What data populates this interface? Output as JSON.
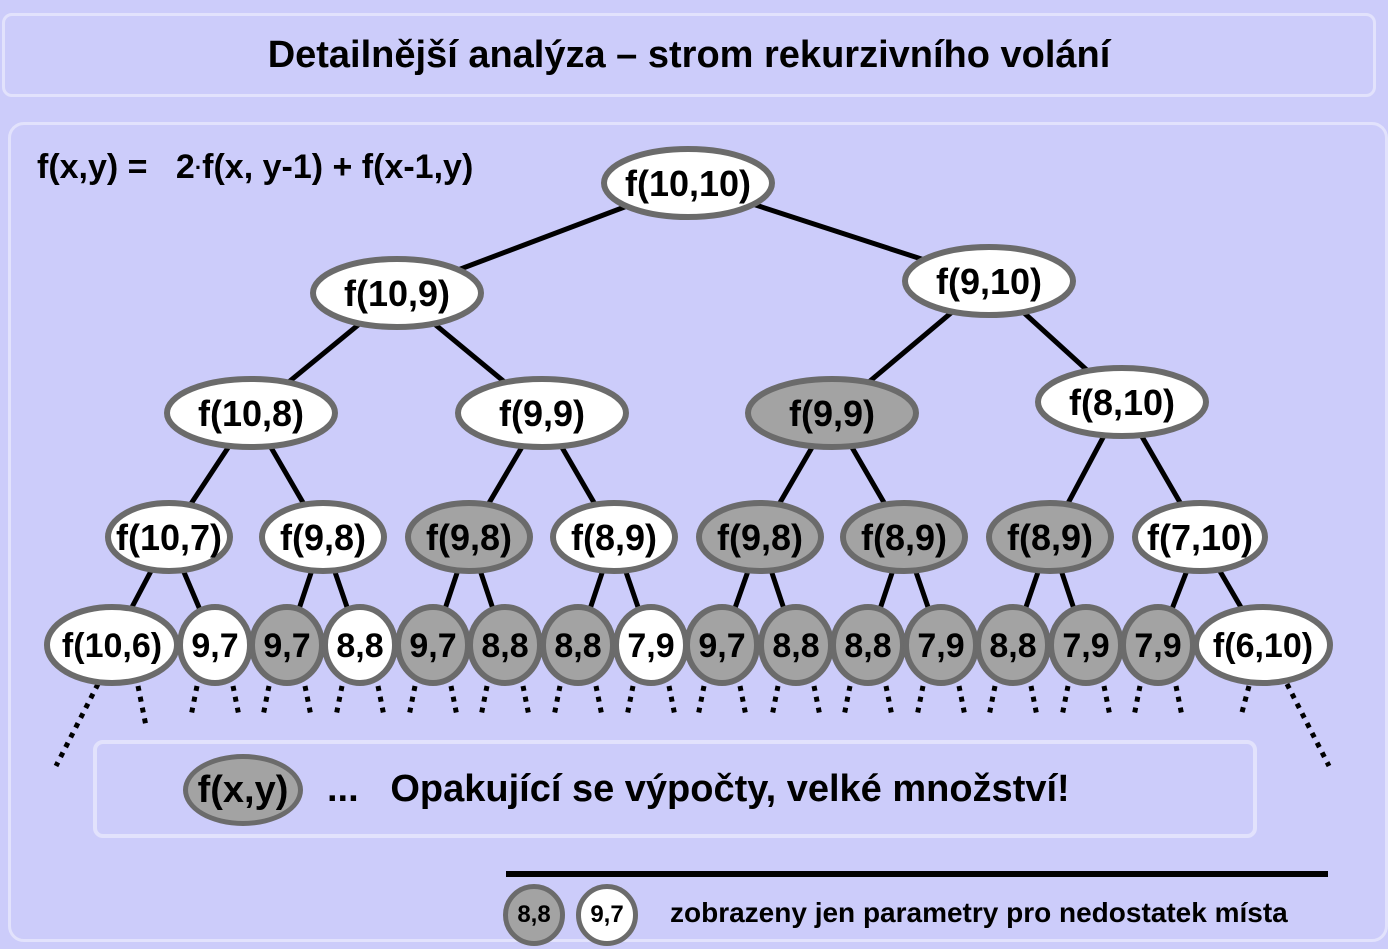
{
  "title": "Detailnější analýza – strom rekurzivního volání",
  "formula": {
    "lhs": "f(x,y) =",
    "rhs_coef": "2",
    "rhs_dot": "·",
    "rhs_rest": "f(x, y-1) + f(x-1,y)"
  },
  "tree": {
    "nodes": [
      {
        "id": "n0",
        "label": "f(10,10)",
        "repeated": false
      },
      {
        "id": "n1",
        "label": "f(10,9)",
        "repeated": false
      },
      {
        "id": "n2",
        "label": "f(9,10)",
        "repeated": false
      },
      {
        "id": "n3",
        "label": "f(10,8)",
        "repeated": false
      },
      {
        "id": "n4",
        "label": "f(9,9)",
        "repeated": false
      },
      {
        "id": "n5",
        "label": "f(9,9)",
        "repeated": true
      },
      {
        "id": "n6",
        "label": "f(8,10)",
        "repeated": false
      },
      {
        "id": "n7",
        "label": "f(10,7)",
        "repeated": false
      },
      {
        "id": "n8",
        "label": "f(9,8)",
        "repeated": false
      },
      {
        "id": "n9",
        "label": "f(9,8)",
        "repeated": true
      },
      {
        "id": "n10",
        "label": "f(8,9)",
        "repeated": false
      },
      {
        "id": "n11",
        "label": "f(9,8)",
        "repeated": true
      },
      {
        "id": "n12",
        "label": "f(8,9)",
        "repeated": true
      },
      {
        "id": "n13",
        "label": "f(8,9)",
        "repeated": true
      },
      {
        "id": "n14",
        "label": "f(7,10)",
        "repeated": false
      },
      {
        "id": "n15",
        "label": "f(10,6)",
        "repeated": false
      },
      {
        "id": "n16",
        "label": "9,7",
        "repeated": false
      },
      {
        "id": "n17",
        "label": "9,7",
        "repeated": true
      },
      {
        "id": "n18",
        "label": "8,8",
        "repeated": false
      },
      {
        "id": "n19",
        "label": "9,7",
        "repeated": true
      },
      {
        "id": "n20",
        "label": "8,8",
        "repeated": true
      },
      {
        "id": "n21",
        "label": "8,8",
        "repeated": true
      },
      {
        "id": "n22",
        "label": "7,9",
        "repeated": false
      },
      {
        "id": "n23",
        "label": "9,7",
        "repeated": true
      },
      {
        "id": "n24",
        "label": "8,8",
        "repeated": true
      },
      {
        "id": "n25",
        "label": "8,8",
        "repeated": true
      },
      {
        "id": "n26",
        "label": "7,9",
        "repeated": true
      },
      {
        "id": "n27",
        "label": "8,8",
        "repeated": true
      },
      {
        "id": "n28",
        "label": "7,9",
        "repeated": true
      },
      {
        "id": "n29",
        "label": "7,9",
        "repeated": true
      },
      {
        "id": "n30",
        "label": "f(6,10)",
        "repeated": false
      }
    ],
    "edges": [
      [
        "n0",
        "n1"
      ],
      [
        "n0",
        "n2"
      ],
      [
        "n1",
        "n3"
      ],
      [
        "n1",
        "n4"
      ],
      [
        "n2",
        "n5"
      ],
      [
        "n2",
        "n6"
      ],
      [
        "n3",
        "n7"
      ],
      [
        "n3",
        "n8"
      ],
      [
        "n4",
        "n9"
      ],
      [
        "n4",
        "n10"
      ],
      [
        "n5",
        "n11"
      ],
      [
        "n5",
        "n12"
      ],
      [
        "n6",
        "n13"
      ],
      [
        "n6",
        "n14"
      ],
      [
        "n7",
        "n15"
      ],
      [
        "n7",
        "n16"
      ],
      [
        "n8",
        "n17"
      ],
      [
        "n8",
        "n18"
      ],
      [
        "n9",
        "n19"
      ],
      [
        "n9",
        "n20"
      ],
      [
        "n10",
        "n21"
      ],
      [
        "n10",
        "n22"
      ],
      [
        "n11",
        "n23"
      ],
      [
        "n11",
        "n24"
      ],
      [
        "n12",
        "n25"
      ],
      [
        "n12",
        "n26"
      ],
      [
        "n13",
        "n27"
      ],
      [
        "n13",
        "n28"
      ],
      [
        "n14",
        "n29"
      ],
      [
        "n14",
        "n30"
      ]
    ]
  },
  "legend": {
    "node_label": "f(x,y)",
    "text": "...   Opakující se výpočty, velké množství!"
  },
  "note": {
    "gray_label": "8,8",
    "white_label": "9,7",
    "text": "zobrazeny jen parametry pro nedostatek místa"
  },
  "colors": {
    "background": "#ccccfa",
    "repeated_fill": "#a3a3a3",
    "unique_fill": "#ffffff",
    "node_stroke": "#6b6b6b"
  }
}
